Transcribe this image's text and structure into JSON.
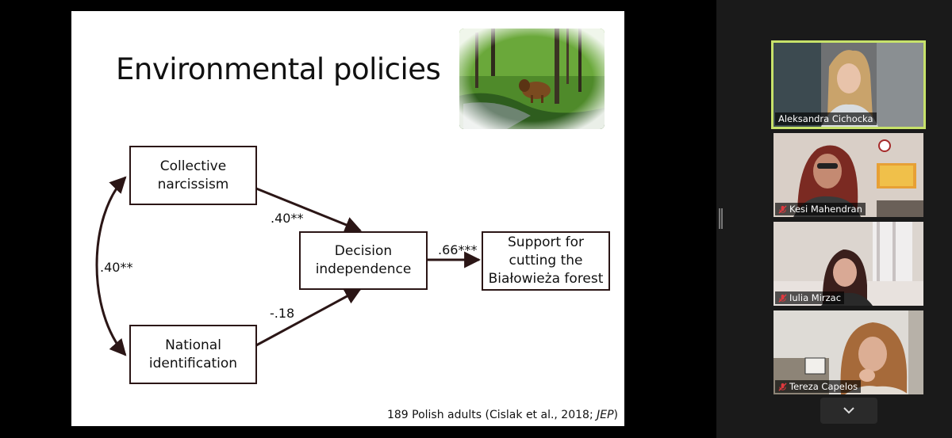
{
  "slide": {
    "title": "Environmental policies",
    "boxes": {
      "collective": "Collective\nnarcissism",
      "national": "National\nidentification",
      "decision": "Decision\nindependence",
      "support": "Support for\ncutting the\nBiałowieża forest"
    },
    "coefficients": {
      "correlation": ".40**",
      "collective_to_decision": ".40**",
      "national_to_decision": "-.18",
      "decision_to_support": ".66***"
    },
    "source_text": "189 Polish adults (Cislak et al., 2018; ",
    "source_journal": "JEP",
    "source_close": ")"
  },
  "participants": [
    {
      "name": "Aleksandra Cichocka",
      "muted": false,
      "active": true
    },
    {
      "name": "Kesi Mahendran",
      "muted": true,
      "active": false
    },
    {
      "name": "Iulia Mirzac",
      "muted": true,
      "active": false
    },
    {
      "name": "Tereza Capelos",
      "muted": true,
      "active": false
    }
  ],
  "colors": {
    "active_speaker_border": "#c7e26a",
    "mute_icon": "#e0393e",
    "arrow": "#2b1616"
  },
  "icons": {
    "more_participants": "chevron-down-icon",
    "muted": "microphone-muted-icon"
  }
}
